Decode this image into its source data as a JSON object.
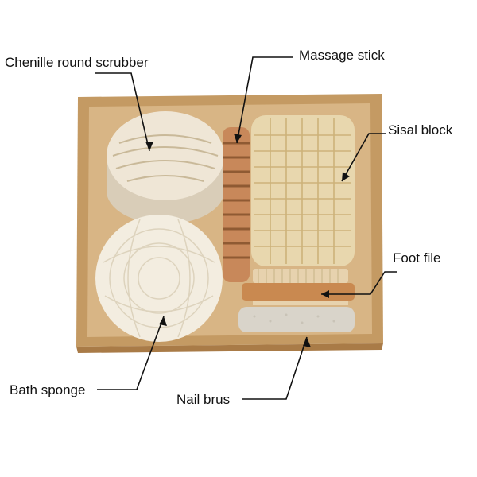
{
  "labels": {
    "chenille": "Chenille round scrubber",
    "massage": "Massage stick",
    "sisal": "Sisal block",
    "foot_file": "Foot file",
    "bath_sponge": "Bath sponge",
    "nail_brush": "Nail brus"
  },
  "colors": {
    "box": "#c49a63",
    "box_inner": "#d8b585",
    "wood": "#c8885a",
    "sisal": "#e8d7ae",
    "chenille": "#efe6d6",
    "sponge": "#f3ede0",
    "pumice": "#d9d4ca",
    "line": "#111111"
  }
}
